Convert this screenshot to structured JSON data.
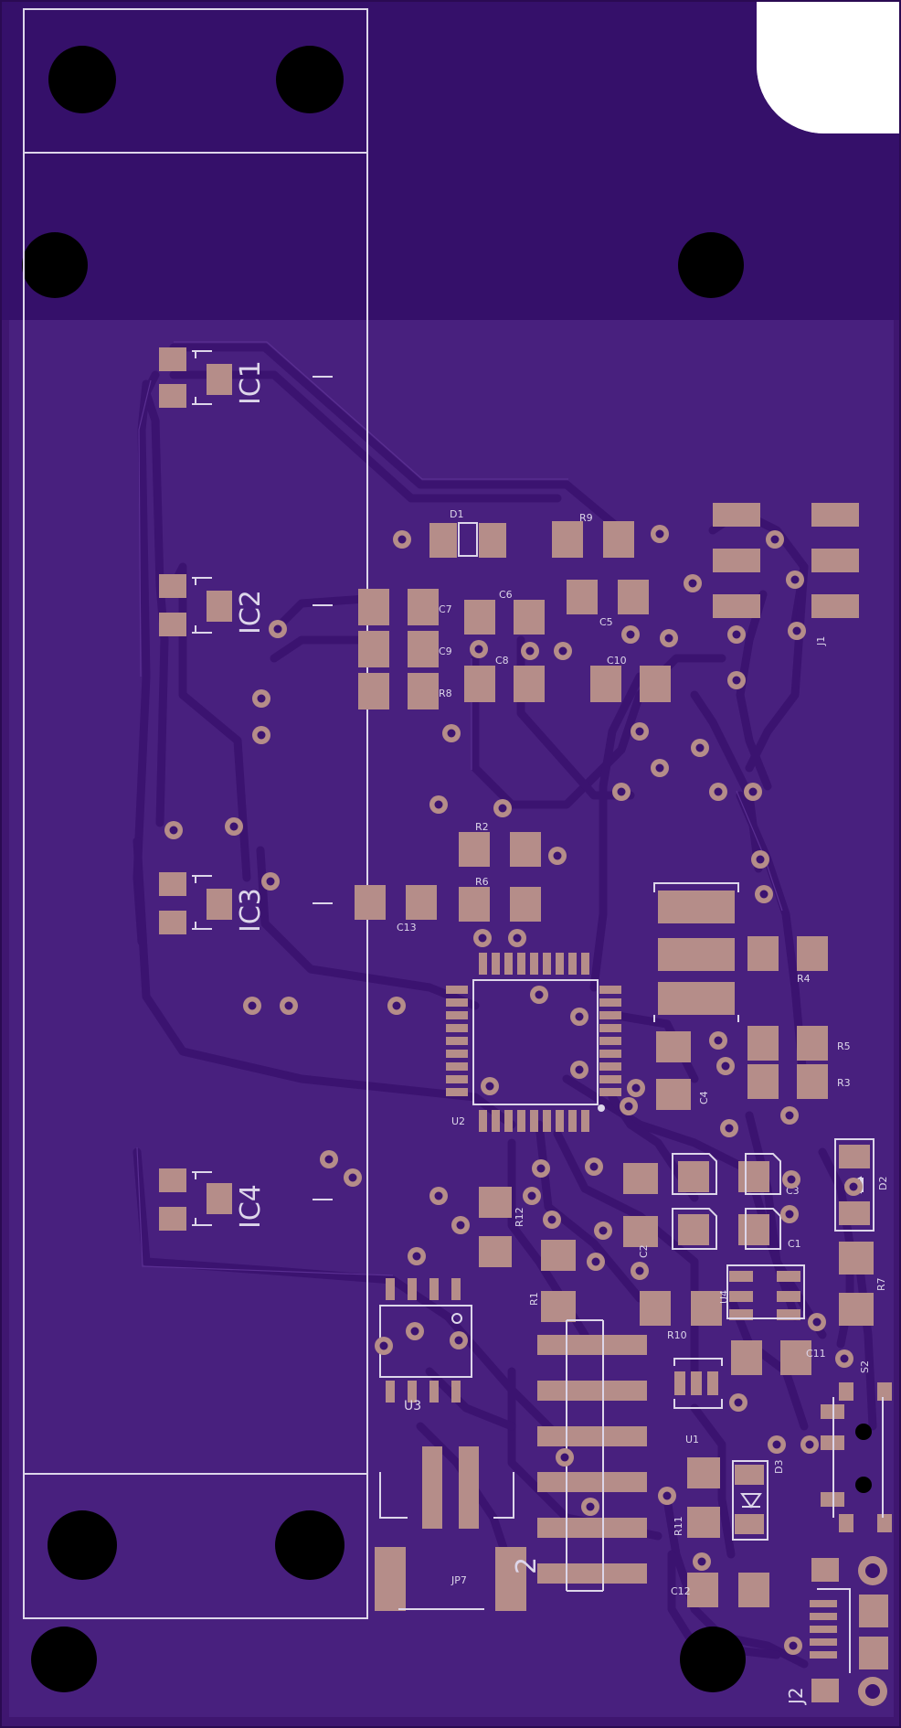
{
  "board": {
    "colors": {
      "board": "#3f1670",
      "board_upper": "#35106a",
      "pour": "#48207e",
      "trace": "#3b1370",
      "trace_edge": "#5a2f92",
      "pad": "#b58d89",
      "silk": "#ddd6ea",
      "hole": "#000000",
      "via_ring": "#b58d89",
      "via_hole": "#3b1370",
      "cutout": "#ffffff"
    }
  },
  "labels": {
    "ic1": "IC1",
    "ic2": "IC2",
    "ic3": "IC3",
    "ic4": "IC4",
    "d1": "D1",
    "r9": "R9",
    "c6": "C6",
    "c5": "C5",
    "c7": "C7",
    "c9": "C9",
    "r8": "R8",
    "c8": "C8",
    "c10": "C10",
    "j1": "J1",
    "r2": "R2",
    "r6": "R6",
    "c13": "C13",
    "r4": "R4",
    "r5": "R5",
    "r3": "R3",
    "c4": "C4",
    "u2": "U2",
    "r12": "R12",
    "c3": "C3",
    "c1": "C1",
    "c2": "C2",
    "d2": "D2",
    "r7": "R7",
    "u4": "U4",
    "r1": "R1",
    "r10": "R10",
    "c11": "C11",
    "s2": "S2",
    "u3": "U3",
    "u1": "U1",
    "d3": "D3",
    "r11": "R11",
    "jp7": "JP7",
    "c12": "C12",
    "j2": "J2",
    "num2": "2"
  }
}
